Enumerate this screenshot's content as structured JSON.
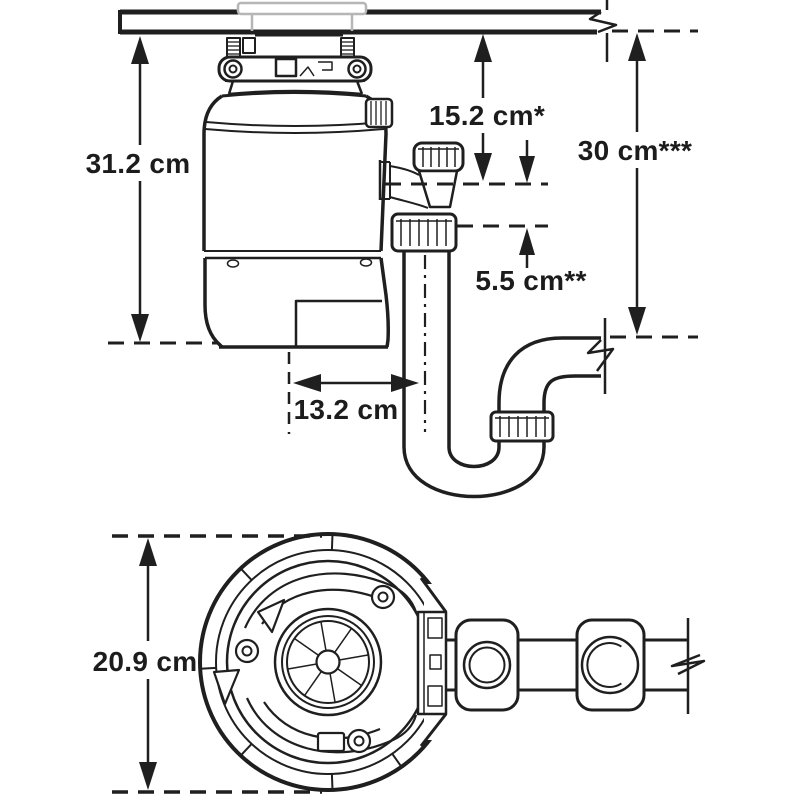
{
  "colors": {
    "line": "#1f1f1f",
    "flange": "#b6b6b6",
    "label": "#1c1c1c",
    "bg": "#ffffff"
  },
  "side_view": {
    "labels": {
      "disposer_height": "31.2 cm",
      "counter_to_outlet": "15.2 cm*",
      "counter_to_lower_drain": "30 cm***",
      "outlet_to_trap": "5.5 cm**",
      "center_to_drainpipe": "13.2 cm"
    }
  },
  "top_view": {
    "labels": {
      "body_width": "20.9 cm"
    }
  }
}
